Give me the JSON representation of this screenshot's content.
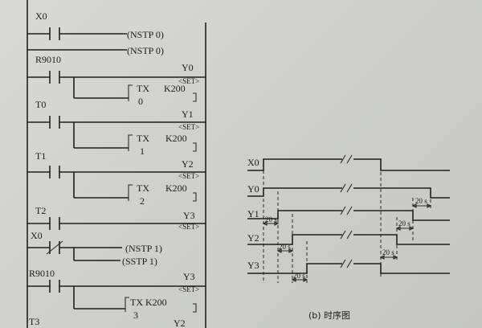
{
  "ladder": {
    "rungs": [
      {
        "contact": "X0",
        "outputs": [
          "(NSTP 0)",
          "(NSTP 0)"
        ]
      },
      {
        "contact": "R9010",
        "coil": "Y0",
        "set": "<SET>",
        "timer": "TX",
        "timer_no": "0",
        "preset": "K200"
      },
      {
        "contact": "T0",
        "coil": "Y1",
        "set": "<SET>",
        "timer": "TX",
        "timer_no": "1",
        "preset": "K200"
      },
      {
        "contact": "T1",
        "coil": "Y2",
        "set": "<SET>",
        "timer": "TX",
        "timer_no": "2",
        "preset": "K200"
      },
      {
        "contact": "T2",
        "coil": "Y3",
        "set": "<SET>"
      },
      {
        "contact": "X0",
        "outputs": [
          "(NSTP 1)",
          "(SSTP 1)"
        ]
      },
      {
        "contact": "R9010",
        "coil": "Y3",
        "set": "<SET>",
        "timer": "TX K200",
        "timer_no": "3"
      },
      {
        "contact": "T3",
        "coil": "Y2"
      }
    ]
  },
  "timing": {
    "signals": [
      "X0",
      "Y0",
      "Y1",
      "Y2",
      "Y3"
    ],
    "interval_label": "20 s",
    "caption": "(b) 时序图"
  }
}
